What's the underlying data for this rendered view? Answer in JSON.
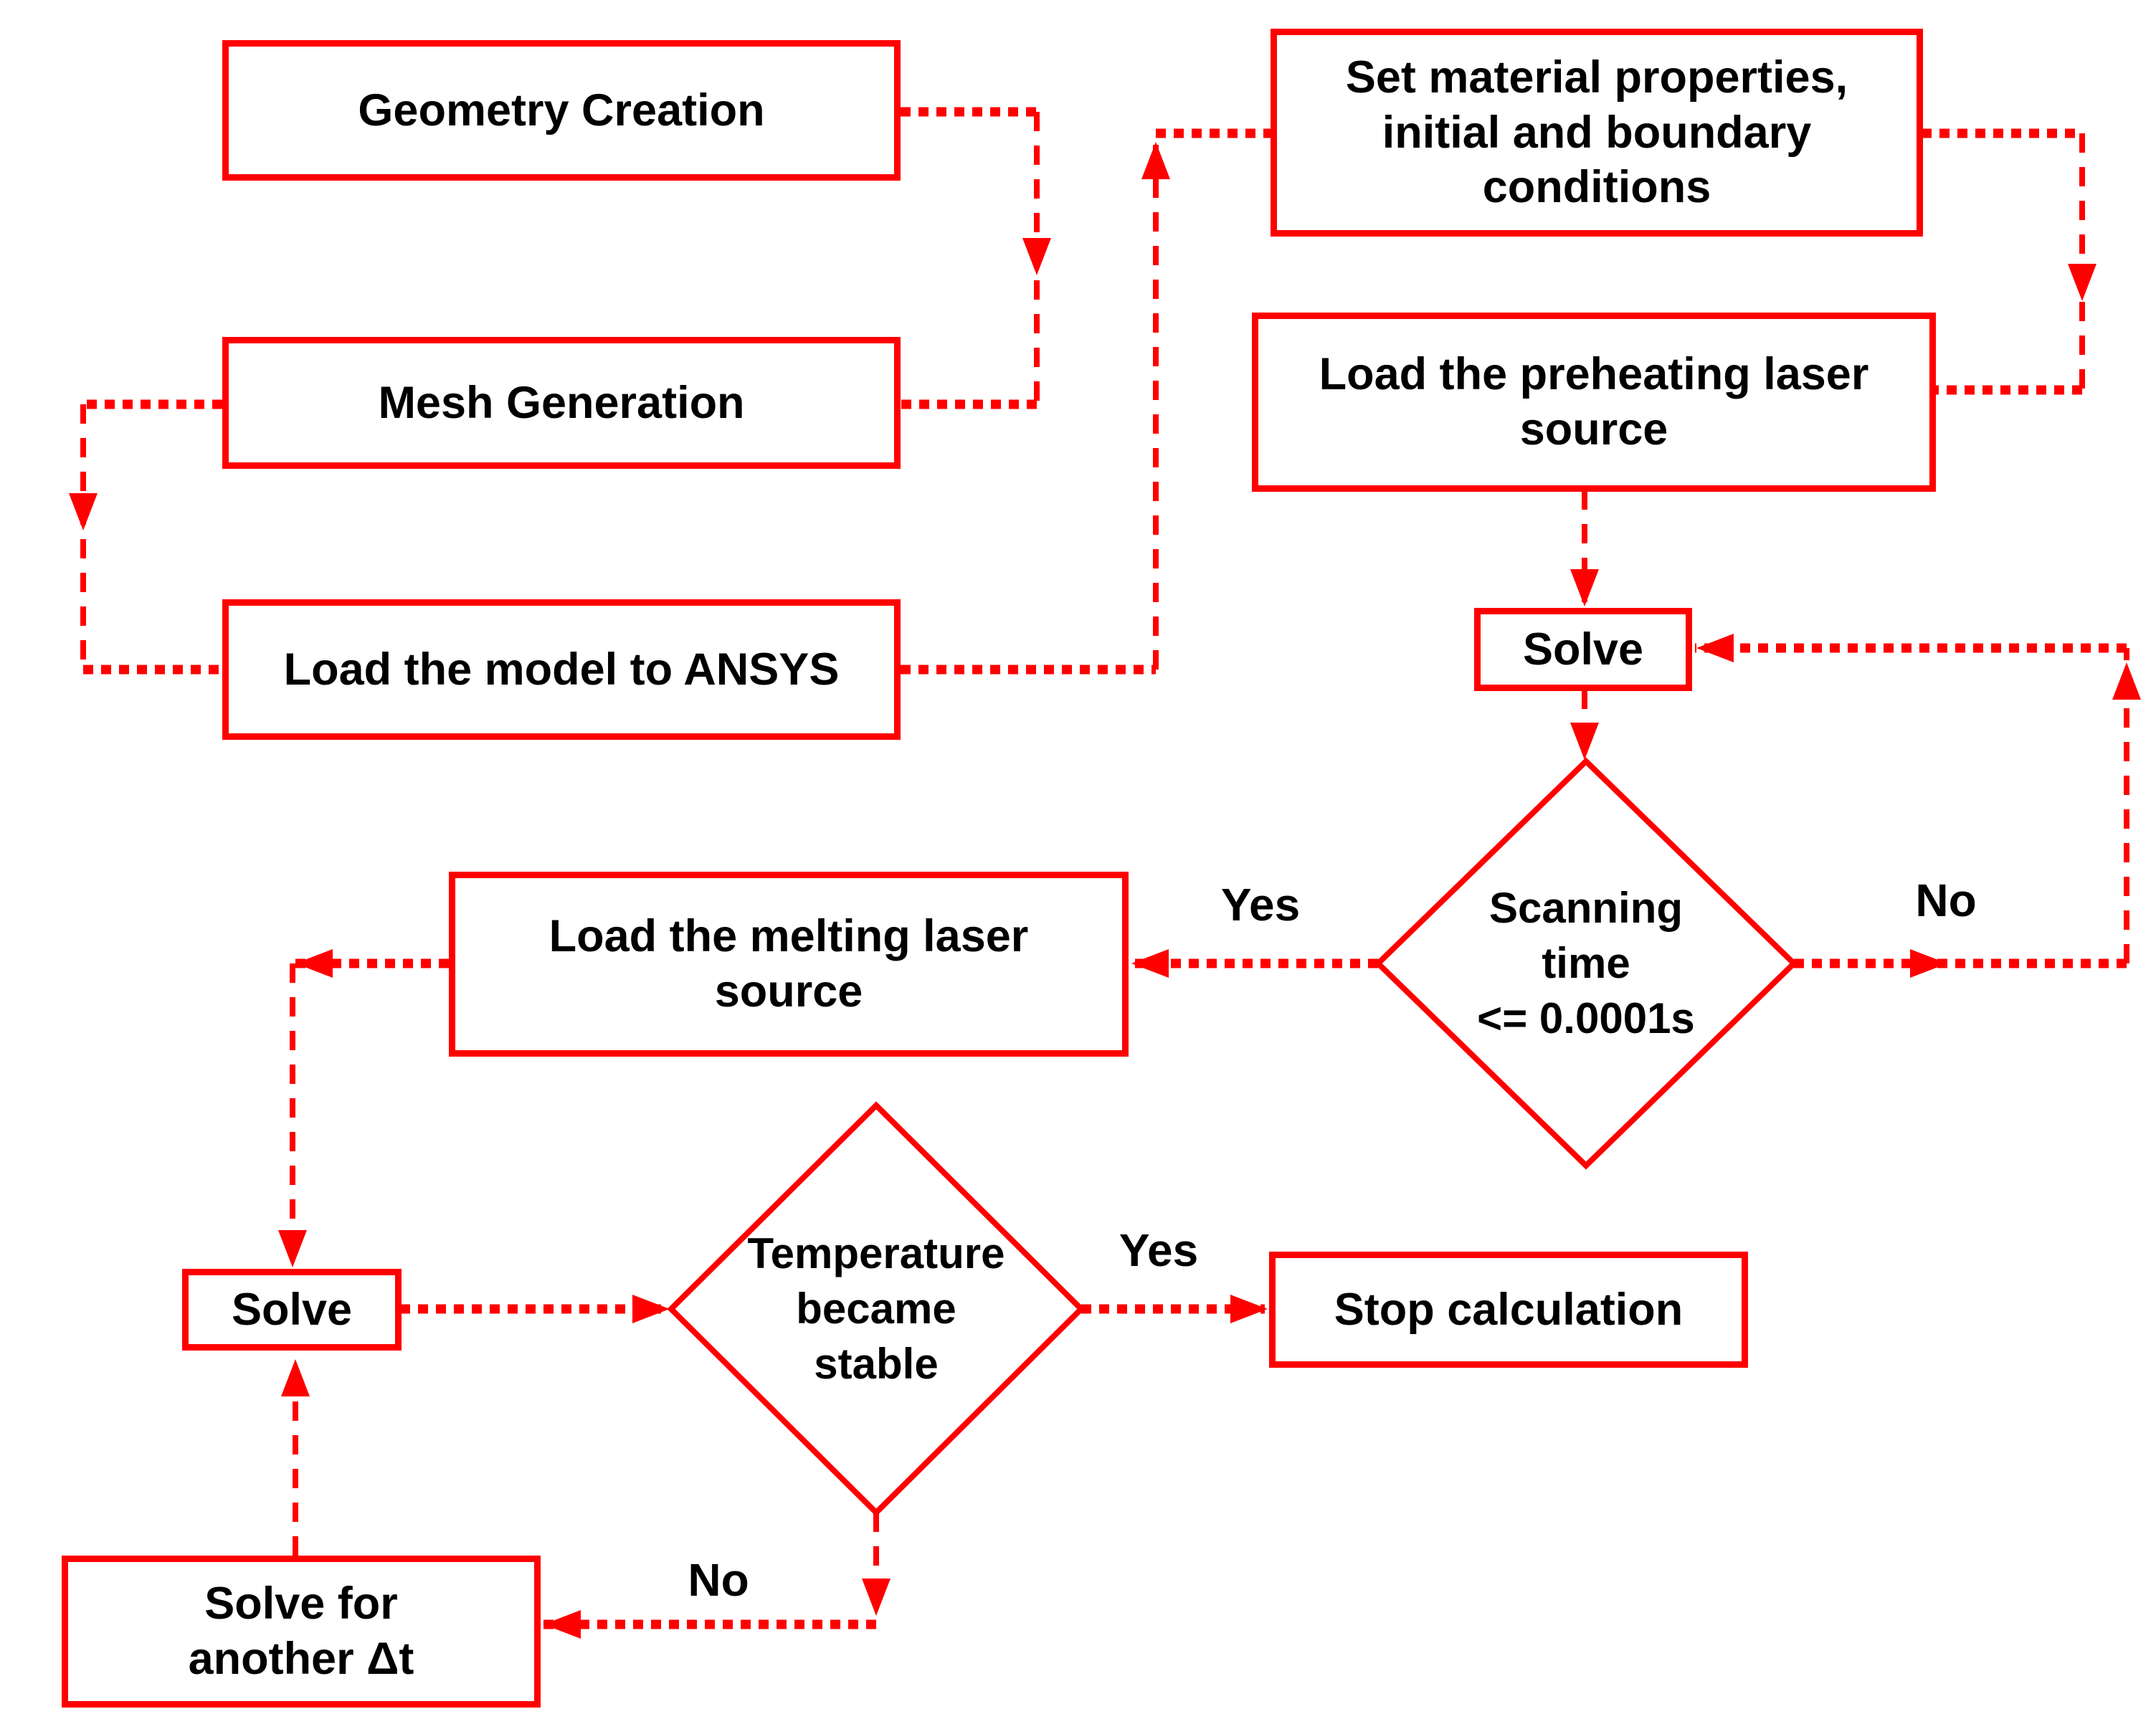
{
  "diagram": {
    "colors": {
      "accent": "#ff0000",
      "text": "#000000",
      "background": "#ffffff"
    },
    "nodes": {
      "geometry": {
        "label": "Geometry Creation",
        "shape": "process"
      },
      "mesh": {
        "label": "Mesh Generation",
        "shape": "process"
      },
      "ansys": {
        "label": "Load the model to ANSYS",
        "shape": "process"
      },
      "material": {
        "label": "Set material properties,\ninitial and boundary\nconditions",
        "shape": "process"
      },
      "preheat": {
        "label": "Load the preheating laser\nsource",
        "shape": "process"
      },
      "solve_right": {
        "label": "Solve",
        "shape": "process"
      },
      "scan_decision": {
        "label": "Scanning\ntime\n<= 0.0001s",
        "shape": "decision"
      },
      "melt": {
        "label": "Load the melting laser\nsource",
        "shape": "process"
      },
      "solve_left": {
        "label": "Solve",
        "shape": "process"
      },
      "temp_decision": {
        "label": "Temperature\nbecame\nstable",
        "shape": "decision"
      },
      "stop": {
        "label": "Stop calculation",
        "shape": "process"
      },
      "dt": {
        "label": "Solve for\nanother Δt",
        "shape": "process"
      }
    },
    "edge_labels": {
      "scan_yes": "Yes",
      "scan_no": "No",
      "temp_yes": "Yes",
      "temp_no": "No"
    }
  }
}
